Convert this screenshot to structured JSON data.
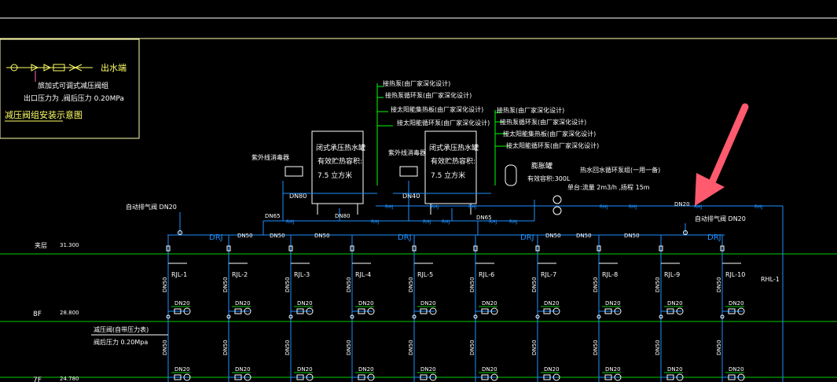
{
  "legend": {
    "outlet_label": "出水端",
    "valve_label": "旅加式可调式减压阀组",
    "pressure_label": "出口压力为 ,阀后压力 0.20MPa",
    "title": "减压阀组安装示意图"
  },
  "tanks": {
    "left_text": [
      "闭式承压热水罐",
      "有效贮热容积:",
      "7.5 立方米"
    ],
    "right_text": [
      "闭式承压热水罐",
      "有效贮热容积:",
      "7.5 立方米"
    ],
    "left_uv_label": "紫外线消毒器",
    "right_uv_label": "紫外线消毒器",
    "left_pipe": "DN80",
    "right_pipe": "DN40"
  },
  "callouts_left": [
    "接热泵(由厂家深化设计)",
    "接热泵循环泵(由厂家深化设计)",
    "接太阳能集热板(由厂家深化设计)",
    "接太阳能循环泵(由厂家深化设计)"
  ],
  "callouts_right": [
    "接热泵(由厂家深化设计)",
    "接热泵循环泵(由厂家深化设计)",
    "接太阳能集热板(由厂家深化设计)",
    "接太阳能循环泵(由厂家深化设计)"
  ],
  "expansion": {
    "name": "膨胀罐",
    "volume": "有效容积:300L",
    "pump_label": "热水回水循环泵组(一用一备)",
    "pump_spec": "单台:流量 2m3/h ,扬程 15m"
  },
  "vents": {
    "left": "自动排气阀 DN20",
    "right": "自动排气阀 DN20"
  },
  "main_pipe": {
    "code": "DRJ",
    "sizes": [
      "DN50",
      "DN50",
      "DN50",
      "DN50",
      "DN50",
      "DN50"
    ],
    "upper_sizes": [
      "DN65",
      "DN80",
      "DN65",
      "DN20"
    ]
  },
  "floors": [
    {
      "name": "夹层",
      "elev": "31.300"
    },
    {
      "name": "8F",
      "elev": "28.800"
    },
    {
      "name": "7F",
      "elev": "24.780"
    }
  ],
  "risers": [
    "RJL-1",
    "RJL-2",
    "RJL-3",
    "RJL-4",
    "RJL-5",
    "RJL-6",
    "RJL-7",
    "RJL-8",
    "RJL-9",
    "RJL-10"
  ],
  "return_riser": "RHL-1",
  "branch": {
    "size": "DN20",
    "riser_size": "DN50"
  },
  "prv_note": [
    "减压阀(自带压力表)",
    "阀后压力 0.20Mpa"
  ],
  "colors": {
    "pipe": "#1e90ff",
    "floor": "#00cc00",
    "text": "#ffffff",
    "label": "#ffff66",
    "callout": "#00ff00",
    "arrow": "#ff5a6e",
    "frame": "#ffffb0",
    "box": "#ffffff"
  }
}
